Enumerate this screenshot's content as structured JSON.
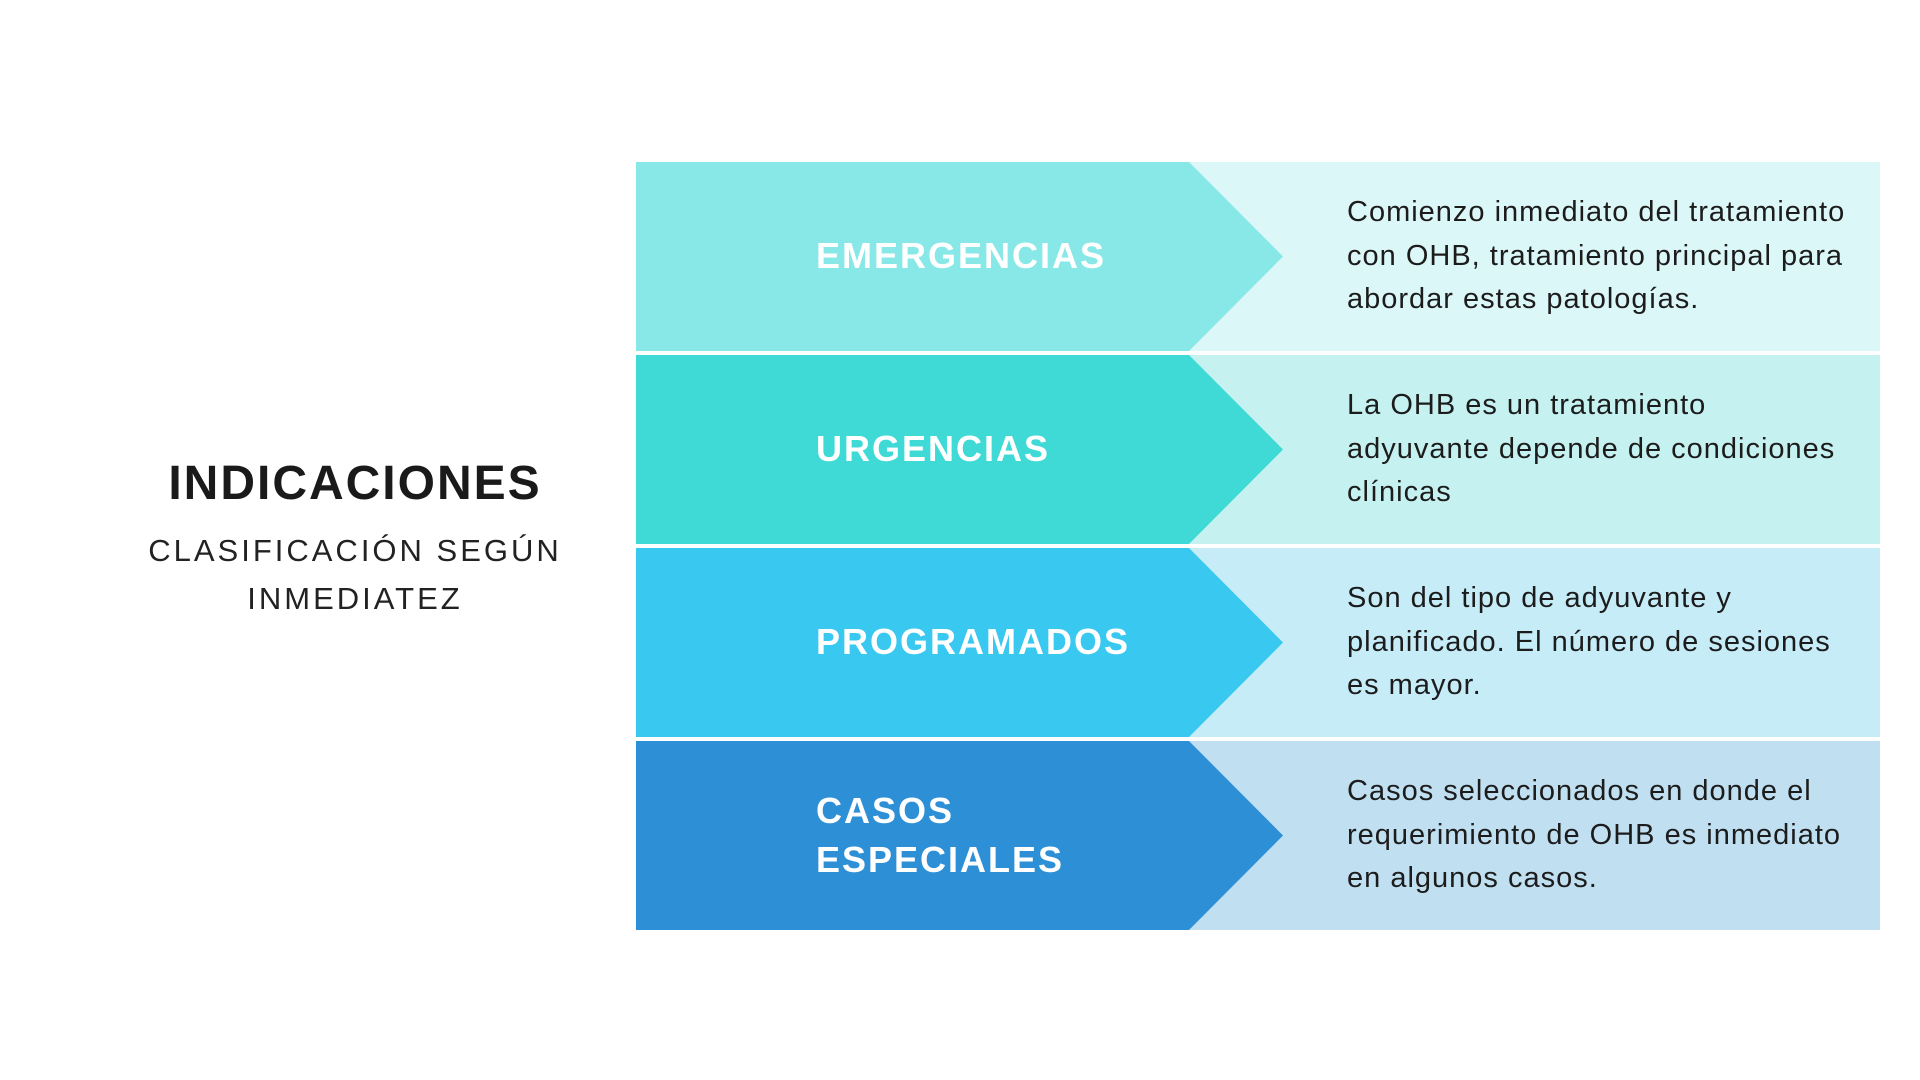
{
  "title": "INDICACIONES",
  "subtitle_lines": [
    "CLASIFICACIÓN SEGÚN",
    "INMEDIATEZ"
  ],
  "rows": [
    {
      "label": "EMERGENCIAS",
      "description": "Comienzo inmediato del tratamiento con OHB, tratamiento principal para abordar estas patologías.",
      "arrow_color": "#88e8e7",
      "panel_color": "#dcf7f7"
    },
    {
      "label": "URGENCIAS",
      "description": "La OHB es un tratamiento adyuvante depende de condiciones clínicas",
      "arrow_color": "#3fdad6",
      "panel_color": "#c5f2f0"
    },
    {
      "label": "PROGRAMADOS",
      "description": "Son del tipo de adyuvante y planificado. El número de sesiones es mayor.",
      "arrow_color": "#39c8ef",
      "panel_color": "#c6ecf8"
    },
    {
      "label": "CASOS\nESPECIALES",
      "description": "Casos seleccionados en donde el requerimiento de OHB es inmediato en algunos casos.",
      "arrow_color": "#2d8fd6",
      "panel_color": "#c0dff1"
    }
  ]
}
